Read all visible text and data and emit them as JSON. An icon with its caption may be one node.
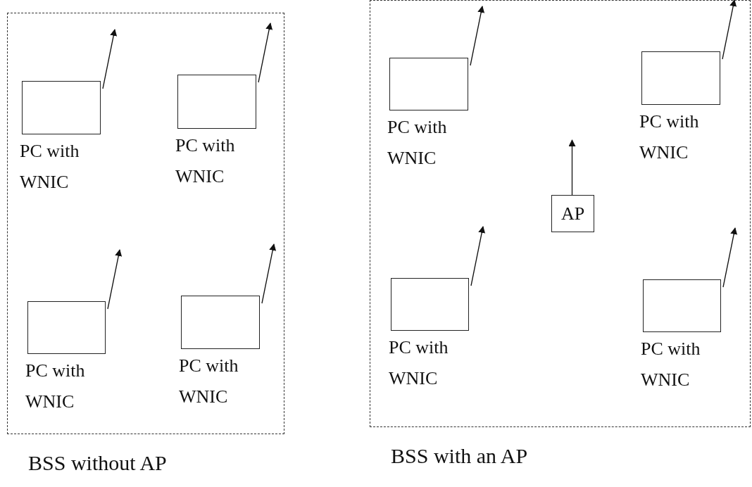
{
  "diagram": {
    "nodes": [
      {
        "text": [
          "BSS without AP"
        ]
      },
      {
        "text": [
          "PC with WNIC"
        ],
        "in": 0
      },
      {
        "text": [
          "PC with WNIC"
        ],
        "in": 0
      },
      {
        "text": [
          "PC with WNIC"
        ],
        "in": 0
      },
      {
        "text": [
          "PC with WNIC"
        ],
        "in": 0
      },
      {
        "text": [
          "BSS with an AP"
        ]
      },
      {
        "text": [
          "PC with WNIC"
        ],
        "in": 5
      },
      {
        "text": [
          "PC with WNIC"
        ],
        "in": 5
      },
      {
        "text": [
          "AP"
        ],
        "in": 5
      },
      {
        "text": [
          "PC with WNIC"
        ],
        "in": 5
      },
      {
        "text": [
          "PC with WNIC"
        ],
        "in": 5
      }
    ],
    "edges": [
      {
        "from": 1,
        "to": null,
        "arrow": "to"
      },
      {
        "from": 2,
        "to": null,
        "arrow": "to"
      },
      {
        "from": 3,
        "to": null,
        "arrow": "to"
      },
      {
        "from": 4,
        "to": null,
        "arrow": "to"
      },
      {
        "from": 6,
        "to": null,
        "arrow": "to"
      },
      {
        "from": 7,
        "to": null,
        "arrow": "to"
      },
      {
        "from": 8,
        "to": null,
        "arrow": "to"
      },
      {
        "from": 9,
        "to": null,
        "arrow": "to"
      },
      {
        "from": 10,
        "to": null,
        "arrow": "to"
      }
    ]
  }
}
